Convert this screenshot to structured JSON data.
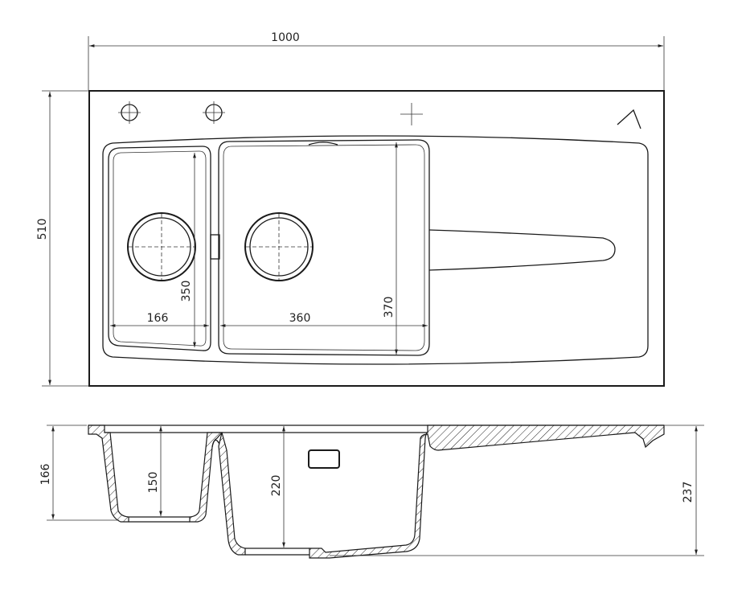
{
  "top_view": {
    "overall_width": "1000",
    "overall_depth": "510",
    "small_bowl_width": "166",
    "small_bowl_depth": "350",
    "large_bowl_width": "360",
    "large_bowl_depth": "370"
  },
  "side_view": {
    "overall_height": "166",
    "small_bowl_height": "150",
    "large_bowl_height": "220",
    "total_height": "237"
  }
}
